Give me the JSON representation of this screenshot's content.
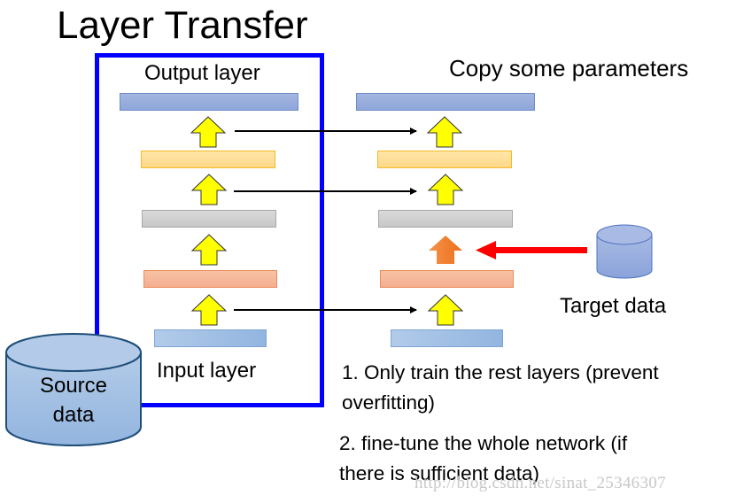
{
  "slide": {
    "title": "Layer Transfer",
    "source_network": {
      "output_label": "Output layer",
      "input_label": "Input layer",
      "layers": [
        {
          "name": "output",
          "color": "blue"
        },
        {
          "name": "hidden-3",
          "color": "yellow"
        },
        {
          "name": "hidden-2",
          "color": "gray"
        },
        {
          "name": "hidden-1",
          "color": "salmon"
        },
        {
          "name": "input",
          "color": "input"
        }
      ],
      "frame_color": "#0000ff"
    },
    "target_network": {
      "heading": "Copy some parameters",
      "layers": [
        {
          "name": "output",
          "color": "blue"
        },
        {
          "name": "hidden-3",
          "color": "yellow"
        },
        {
          "name": "hidden-2",
          "color": "gray"
        },
        {
          "name": "hidden-1",
          "color": "salmon"
        },
        {
          "name": "input",
          "color": "input"
        }
      ]
    },
    "copy_arrows": [
      "output-to-hidden3",
      "hidden3-to-hidden2",
      "input-to-hidden1"
    ],
    "source_data": {
      "line1": "Source",
      "line2": "data"
    },
    "target_data": {
      "label": "Target data"
    },
    "notes": [
      {
        "line1": "1. Only train the rest layers (prevent",
        "line2": "overfitting)"
      },
      {
        "line1": "2. fine-tune the whole network (if",
        "line2": "there is sufficient data)"
      }
    ],
    "watermark": "http://blog.csdn.net/sinat_25346307",
    "colors": {
      "up_arrow": "#ffff00",
      "trained_arrow": "#f07a28",
      "data_flow_arrow": "#ff0000",
      "frame": "#0000ff"
    }
  }
}
